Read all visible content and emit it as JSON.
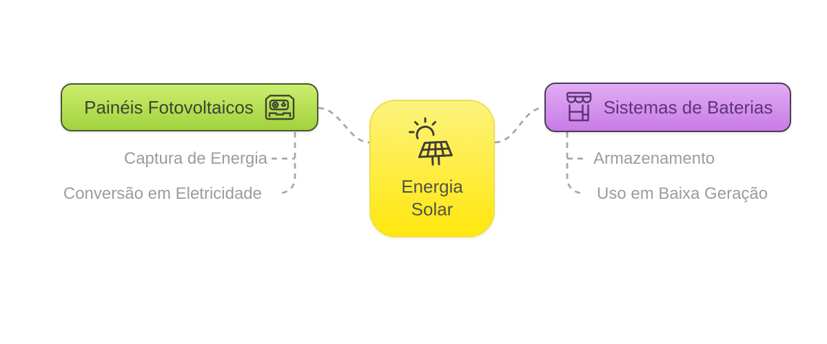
{
  "diagram": {
    "title": "Energia Solar mindmap",
    "center_node": {
      "label": "Energia Solar",
      "icon": "solar-panel-sun-icon",
      "fill_top": "#fcf37c",
      "fill_bottom": "#ffe70d",
      "text_color": "#53524a"
    },
    "left_node": {
      "label": "Painéis Fotovoltaicos",
      "icon": "power-inverter-icon",
      "fill_top": "#cbee6d",
      "fill_bottom": "#a2d23e",
      "border_color": "#4b5331",
      "text_color": "#3e4431"
    },
    "right_node": {
      "label": "Sistemas de Baterias",
      "icon": "storefront-icon",
      "fill_top": "#e1acf4",
      "fill_bottom": "#c87be6",
      "border_color": "#483c50",
      "text_color": "#5d3575"
    },
    "left_children": [
      {
        "label": "Captura de Energia"
      },
      {
        "label": "Conversão em Eletricidade"
      }
    ],
    "right_children": [
      {
        "label": "Armazenamento"
      },
      {
        "label": "Uso em Baixa Geração"
      }
    ],
    "child_text_color": "#9c9c9c",
    "connector_color": "#a7a7a7",
    "background_color": "#ffffff"
  }
}
